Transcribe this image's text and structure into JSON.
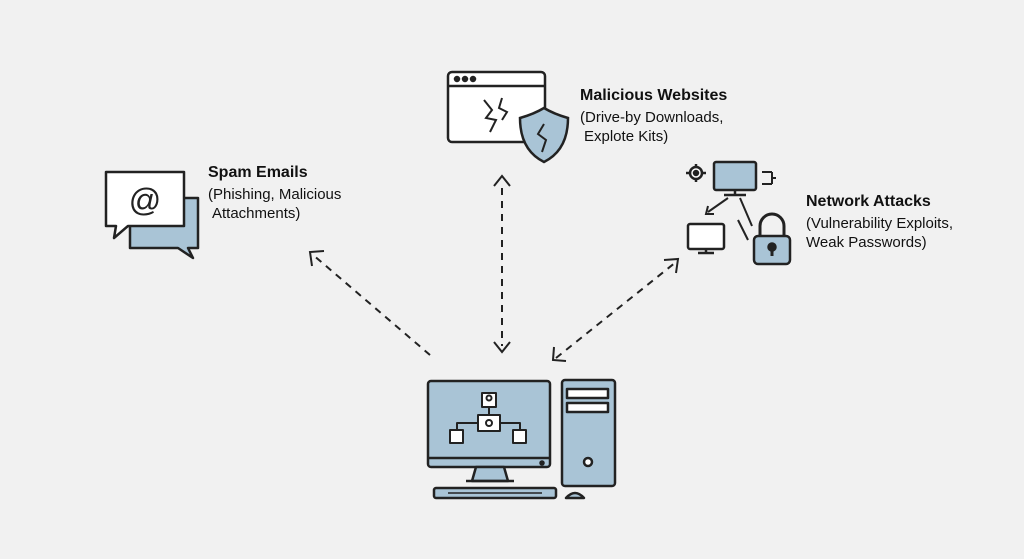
{
  "nodes": {
    "spam": {
      "title": "Spam Emails",
      "detail_line1": "(Phishing, Malicious",
      "detail_line2": "Attachments)",
      "icon": "at-sign-speech-bubble-icon"
    },
    "web": {
      "title": "Malicious Websites",
      "detail_line1": "(Drive-by Downloads,",
      "detail_line2": "Explote Kits)",
      "icon": "broken-browser-shield-icon"
    },
    "network": {
      "title": "Network Attacks",
      "detail_line1": "(Vulnerability Exploits,",
      "detail_line2": "Weak Passwords)",
      "icon": "network-computers-padlock-icon"
    },
    "center": {
      "icon": "desktop-computer-icon"
    }
  },
  "colors": {
    "background": "#f1f1f1",
    "accent_blue": "#a9c4d6",
    "stroke": "#222222",
    "white_fill": "#ffffff"
  }
}
